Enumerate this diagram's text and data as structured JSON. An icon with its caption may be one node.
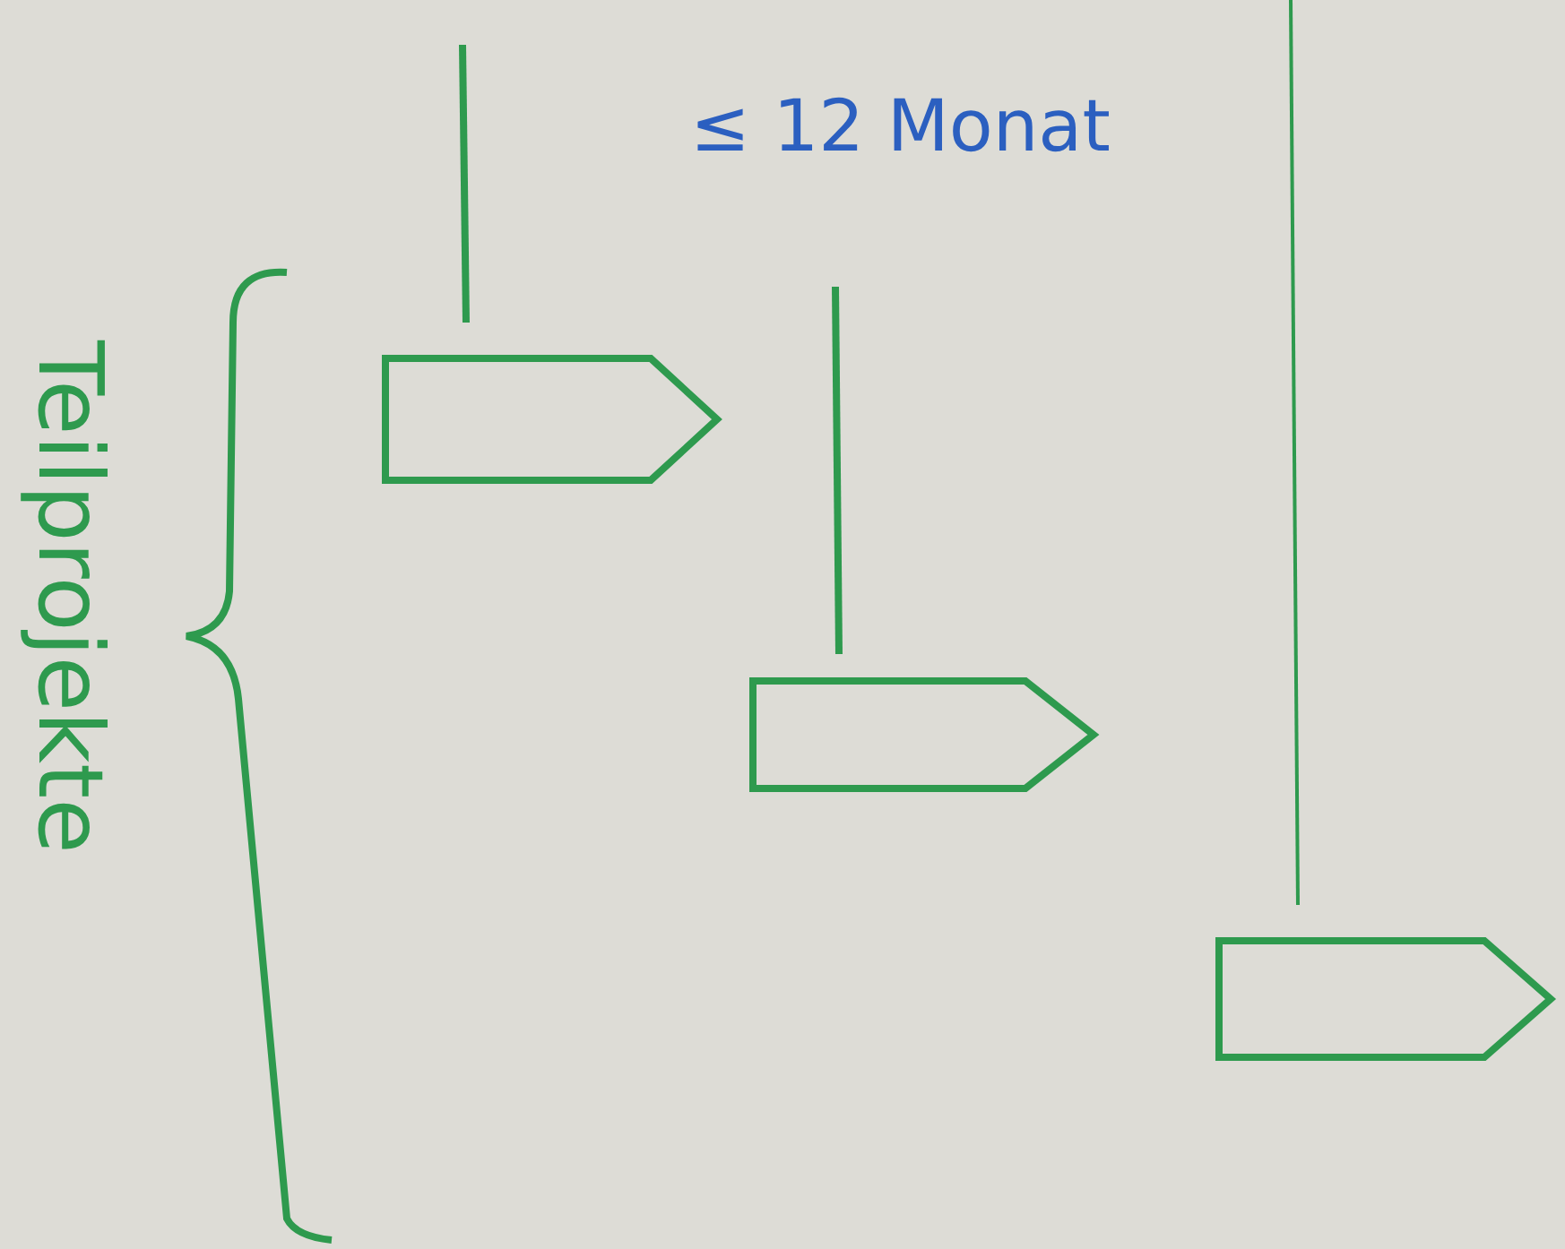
{
  "diagram": {
    "nodes": [
      {
        "text": [],
        "shape": "arrow"
      },
      {
        "text": [],
        "shape": "arrow"
      },
      {
        "text": [],
        "shape": "arrow"
      }
    ],
    "labels": [
      "≤ 12 Monat",
      "Teilprojekte"
    ]
  }
}
